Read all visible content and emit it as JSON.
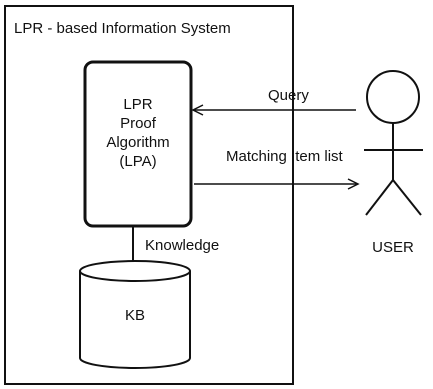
{
  "system_title": "LPR - based Information System",
  "algorithm": {
    "lines": [
      "LPR",
      "Proof",
      "Algorithm",
      "(LPA)"
    ]
  },
  "knowledge_label": "Knowledge",
  "kb_label": "KB",
  "query_label": "Query",
  "matching_label": "Matching Item list",
  "user_label": "USER",
  "colors": {
    "stroke": "#111111",
    "background": "#ffffff"
  }
}
